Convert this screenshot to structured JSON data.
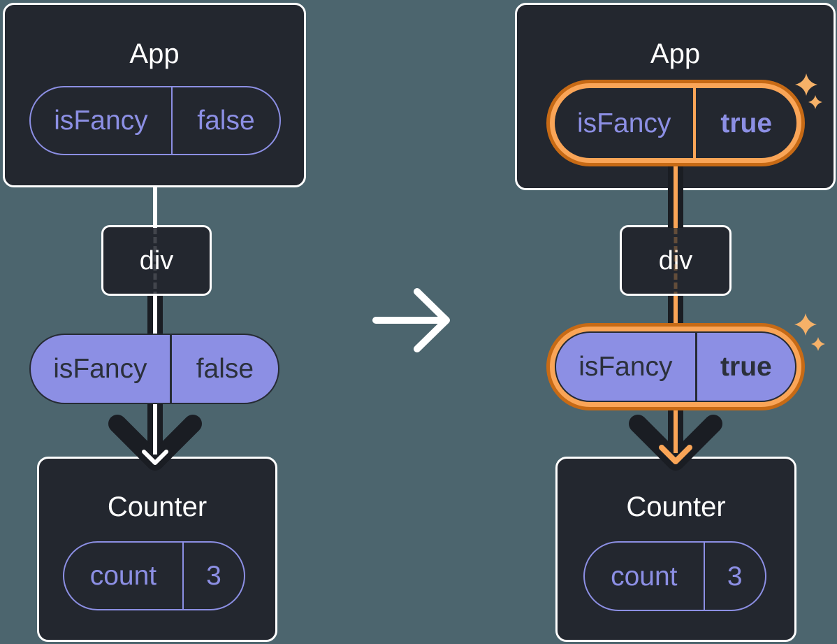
{
  "colors": {
    "page_background": "#4C656E",
    "card_background": "#23272F",
    "card_border": "#FFFFFF",
    "purple": "#8C8FE4",
    "pill_text_dark": "#2B303B",
    "arrow_dark": "#1A1D23",
    "highlight_orange_dark": "#C76A15",
    "highlight_orange_light": "#FAA557",
    "sparkle_orange": "#F6B168",
    "white_connector": "#FFFFFF"
  },
  "left_diagram": {
    "app": {
      "title": "App",
      "state_key": "isFancy",
      "state_value": "false"
    },
    "div_node": {
      "label": "div"
    },
    "passed_prop": {
      "key": "isFancy",
      "value": "false"
    },
    "counter": {
      "title": "Counter",
      "state_key": "count",
      "state_value": "3"
    }
  },
  "right_diagram": {
    "app": {
      "title": "App",
      "state_key": "isFancy",
      "state_value": "true"
    },
    "div_node": {
      "label": "div"
    },
    "passed_prop": {
      "key": "isFancy",
      "value": "true"
    },
    "counter": {
      "title": "Counter",
      "state_key": "count",
      "state_value": "3"
    }
  }
}
